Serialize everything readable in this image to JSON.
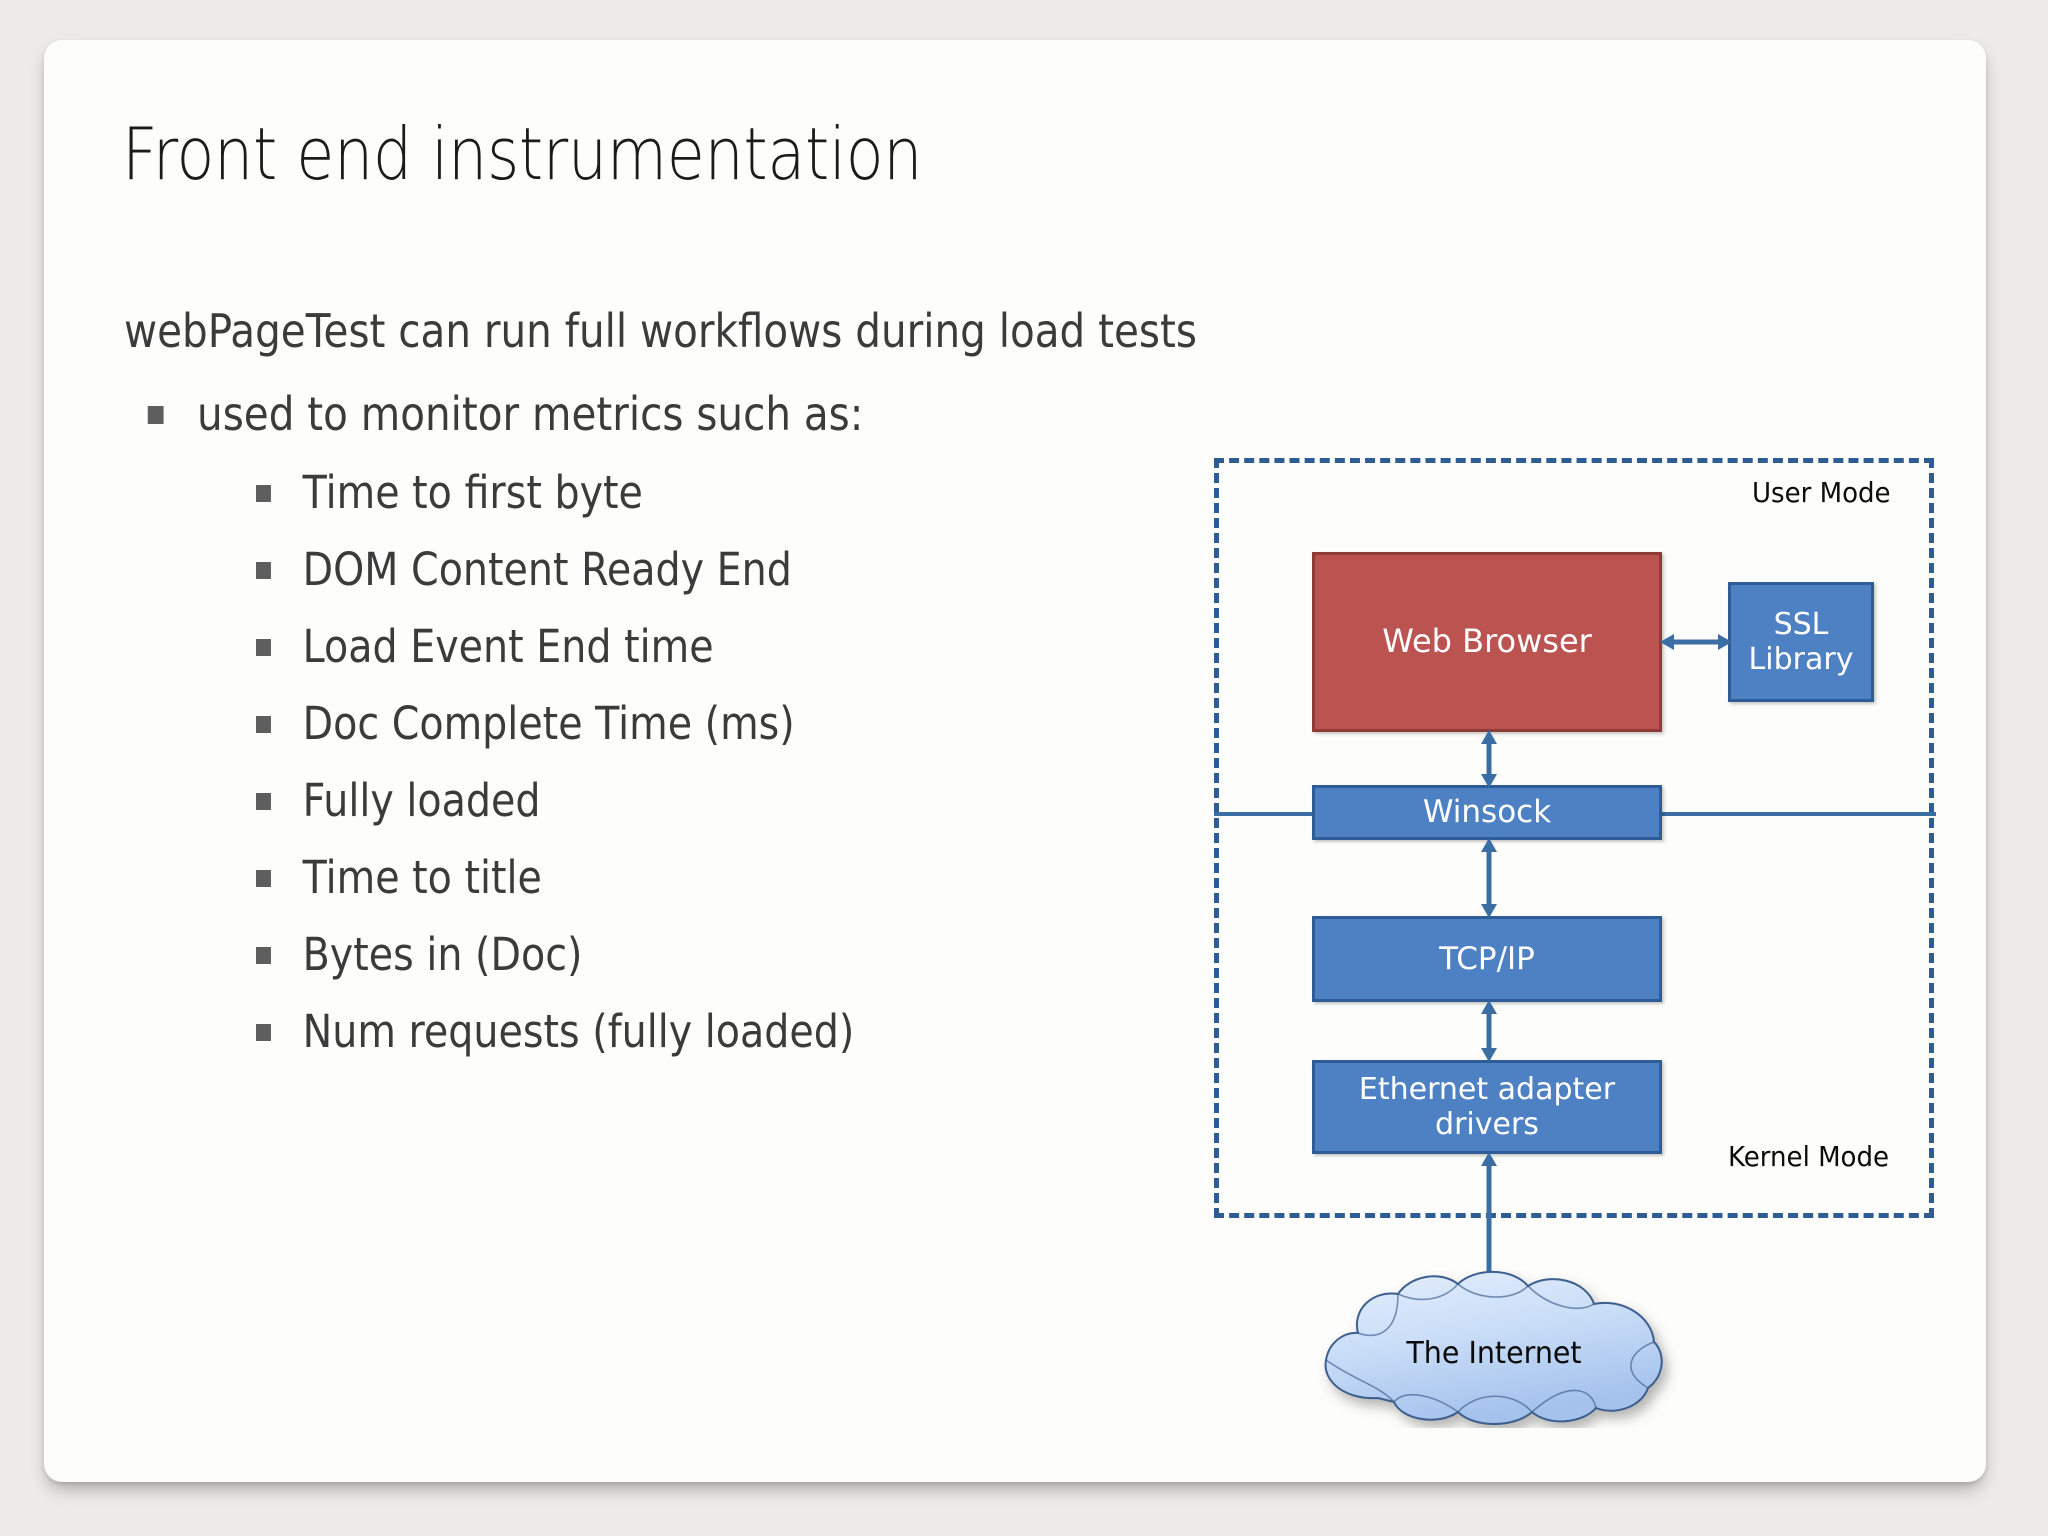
{
  "slide": {
    "title": "Front end instrumentation",
    "lead_line": "webPageTest can run full workflows during load tests",
    "level1_item": "used to monitor metrics such as:",
    "metrics": [
      "Time to first byte",
      "DOM Content Ready End",
      "Load Event End time",
      "Doc Complete Time (ms)",
      "Fully loaded",
      "Time to title",
      "Bytes in (Doc)",
      "Num requests (fully loaded)"
    ]
  },
  "diagram": {
    "mode_labels": {
      "user": "User Mode",
      "kernel": "Kernel Mode"
    },
    "boxes": {
      "web_browser": "Web Browser",
      "ssl_library": "SSL\nLibrary",
      "ssl_library_line1": "SSL",
      "ssl_library_line2": "Library",
      "winsock": "Winsock",
      "tcpip": "TCP/IP",
      "ethernet_line1": "Ethernet adapter",
      "ethernet_line2": "drivers"
    },
    "cloud": "The Internet",
    "colors": {
      "box_blue_fill": "#4E81C4",
      "box_blue_border": "#2F5C96",
      "box_red_fill": "#BB5350",
      "box_red_border": "#8F3B38",
      "boundary_dashed": "#2E5D93",
      "arrow_blue": "#3A6EA5",
      "cloud_fill_light": "#DCE8FA",
      "cloud_fill_dark": "#A9C6EE",
      "cloud_border": "#3C5E8E",
      "body_text": "#3B3B3B",
      "title_text": "#1B1B1B",
      "page_background": "#EDEBE7",
      "card_background": "#FDFDFB"
    }
  }
}
